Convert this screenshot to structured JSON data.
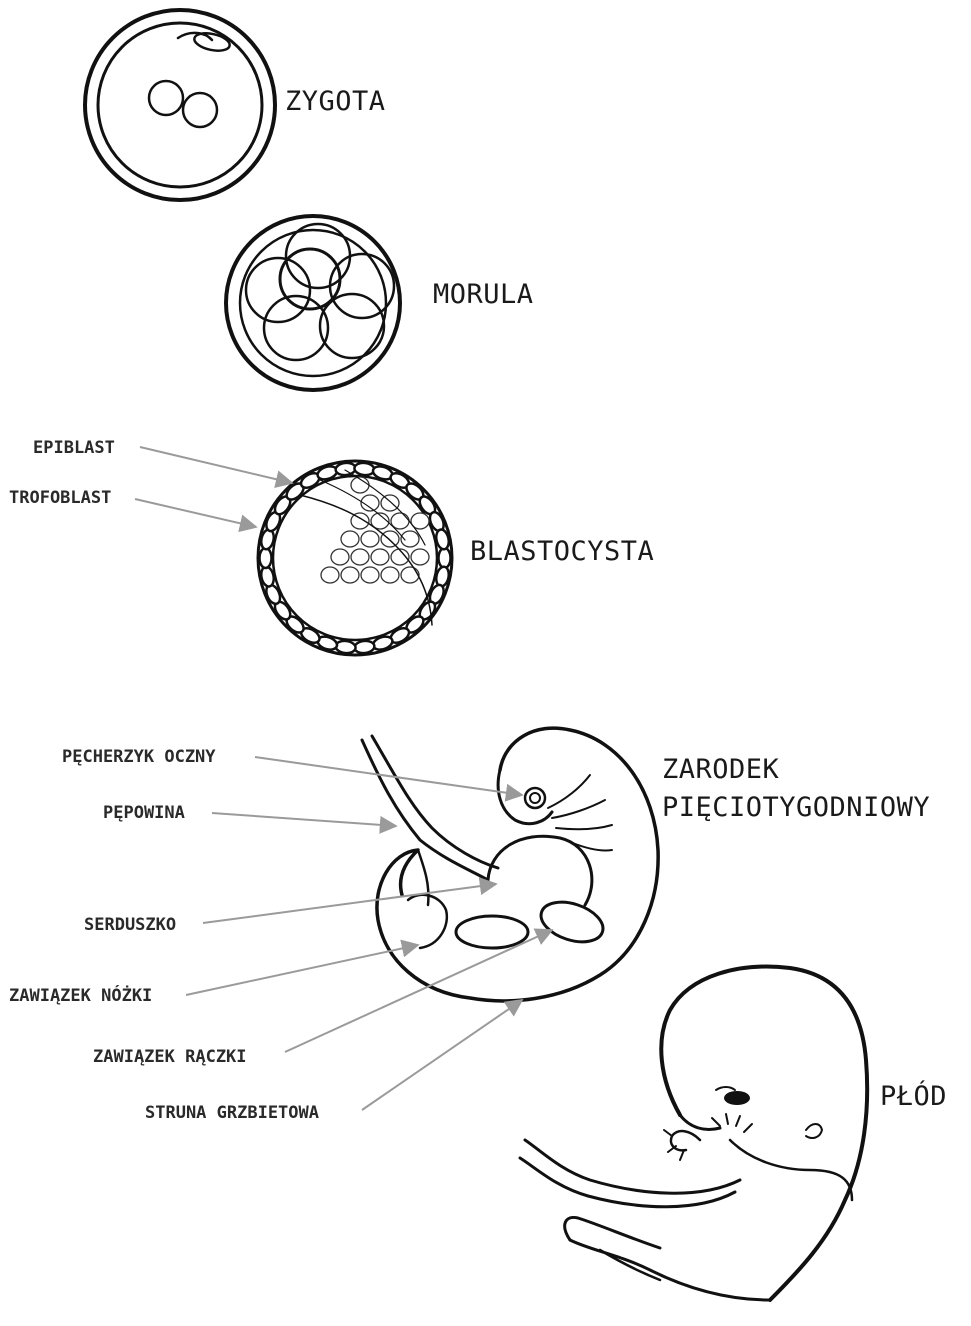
{
  "stages": {
    "zygota": "ZYGOTA",
    "morula": "MORULA",
    "blastocysta": "BLASTOCYSTA",
    "zarodek_line1": "ZARODEK",
    "zarodek_line2": "PIĘCIOTYGODNIOWY",
    "plod": "PŁÓD"
  },
  "blastocyst_parts": {
    "epiblast": "EPIBLAST",
    "trofoblast": "TROFOBLAST"
  },
  "embryo_parts": {
    "pecherzyk_oczny": "PĘCHERZYK OCZNY",
    "pepowina": "PĘPOWINA",
    "serduszko": "SERDUSZKO",
    "zawiazek_nozki": "ZAWIĄZEK NÓŻKI",
    "zawiazek_raczki": "ZAWIĄZEK RĄCZKI",
    "struna_grzbietowa": "STRUNA GRZBIETOWA"
  },
  "colors": {
    "ink": "#111111",
    "pointer": "#9a9a9a"
  }
}
